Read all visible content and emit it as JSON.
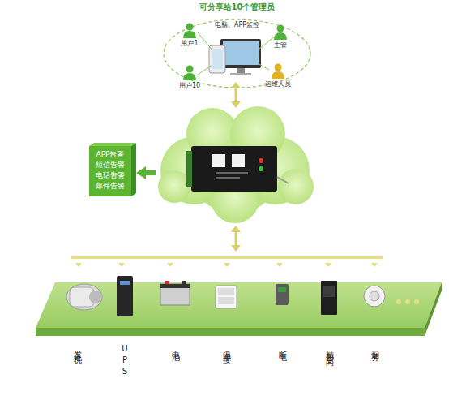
{
  "diagram": {
    "nodes": [
      {
        "text": [
          "可分享给10个管理员",
          "电脑、APP监控"
        ]
      },
      {
        "text": [
          "用户1"
        ],
        "in": 0
      },
      {
        "text": [
          "主管"
        ],
        "in": 0
      },
      {
        "text": [
          "用户10"
        ],
        "in": 0
      },
      {
        "text": [
          "运维人员"
        ],
        "in": 0
      },
      {
        "text": [
          "APP告警 短信告警 电话告警 邮件告警"
        ]
      }
    ],
    "labels": [
      "发电机",
      "UPS",
      "电池",
      "温湿度",
      "断电",
      "精密空间",
      "烟雾"
    ]
  }
}
